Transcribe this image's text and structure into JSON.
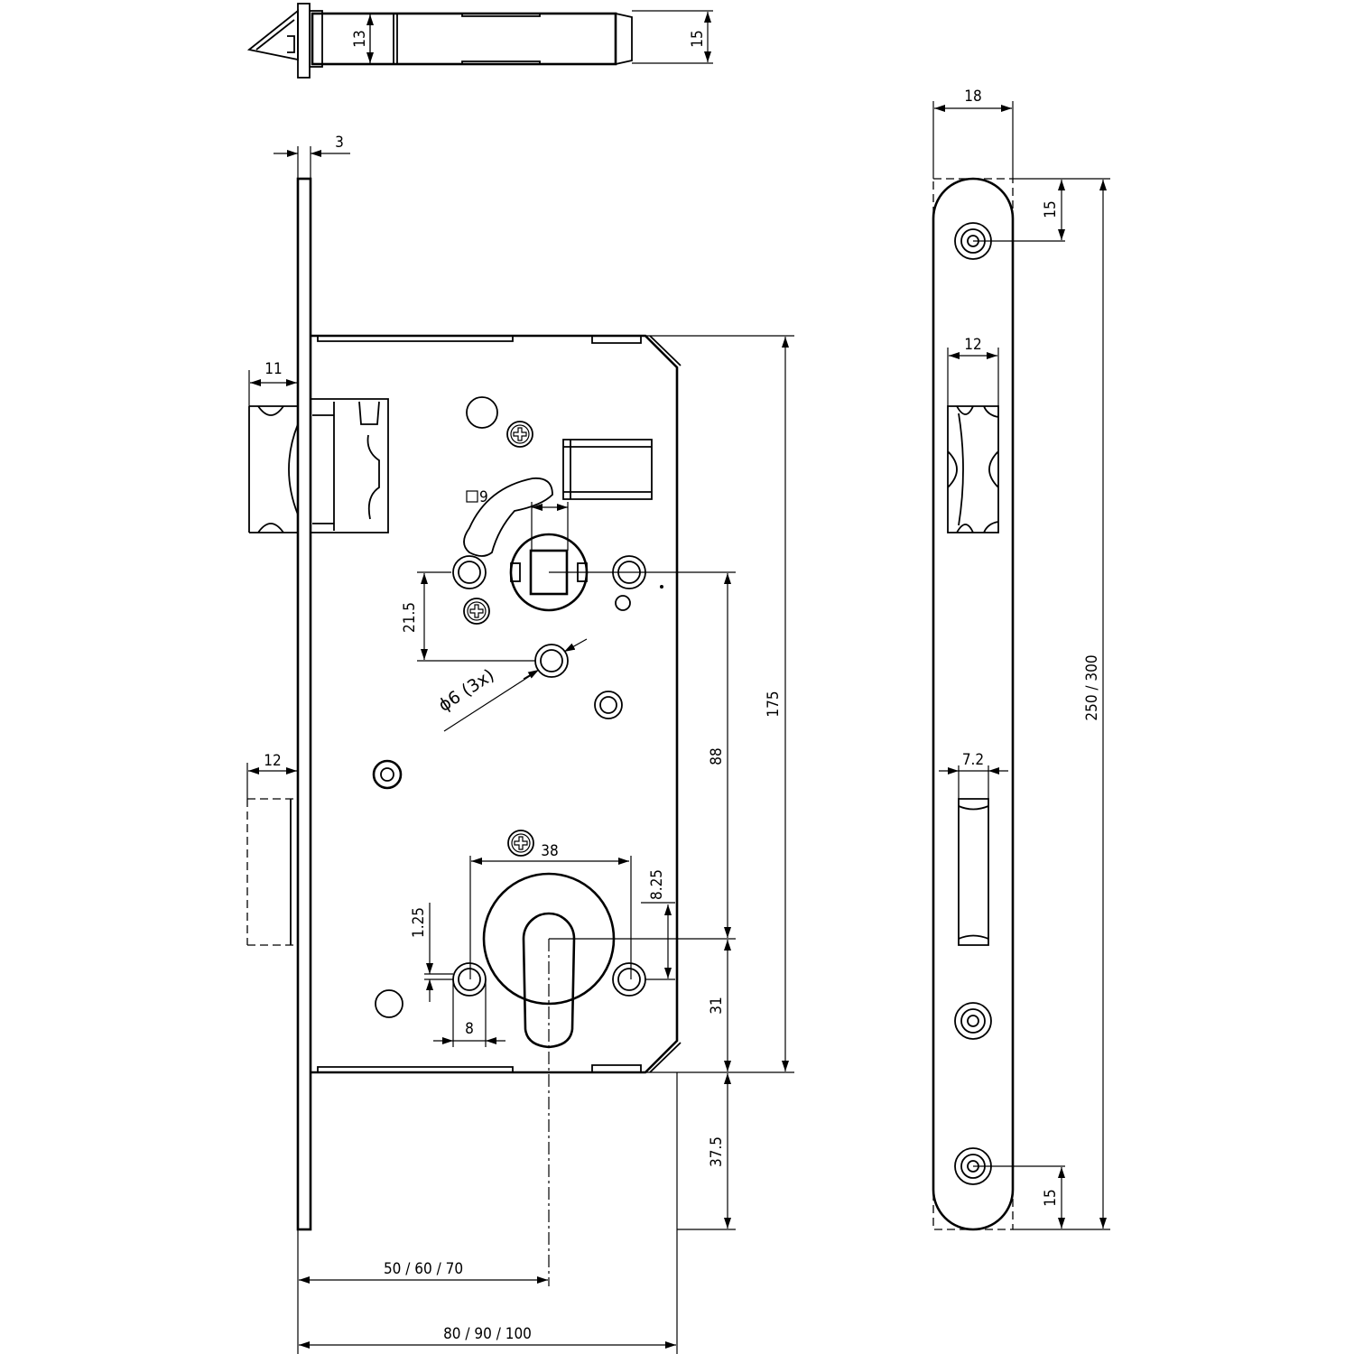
{
  "dimensions": {
    "top_height": "13",
    "top_width": "15",
    "faceplate_thickness": "3",
    "latch_projection": "11",
    "bolt_projection": "12",
    "spindle_square": "9",
    "spindle_to_hole": "21.5",
    "hole_dia": "ϕ6 (3x)",
    "total_height": "175",
    "spindle_to_cylinder": "88",
    "cylinder_holes_spacing": "38",
    "cylinder_upper_offset": "8.25",
    "cylinder_hole_offset": "1.25",
    "cylinder_hole_width": "8",
    "cylinder_to_bottom": "31",
    "bottom_overhang": "37.5",
    "backset": "50 / 60 / 70",
    "case_depth": "80 / 90 / 100",
    "strike_width": "18",
    "strike_top_hole": "15",
    "strike_latch_width": "12",
    "strike_height": "250 / 300",
    "strike_bolt_width": "7.2",
    "strike_bottom_hole": "15"
  }
}
